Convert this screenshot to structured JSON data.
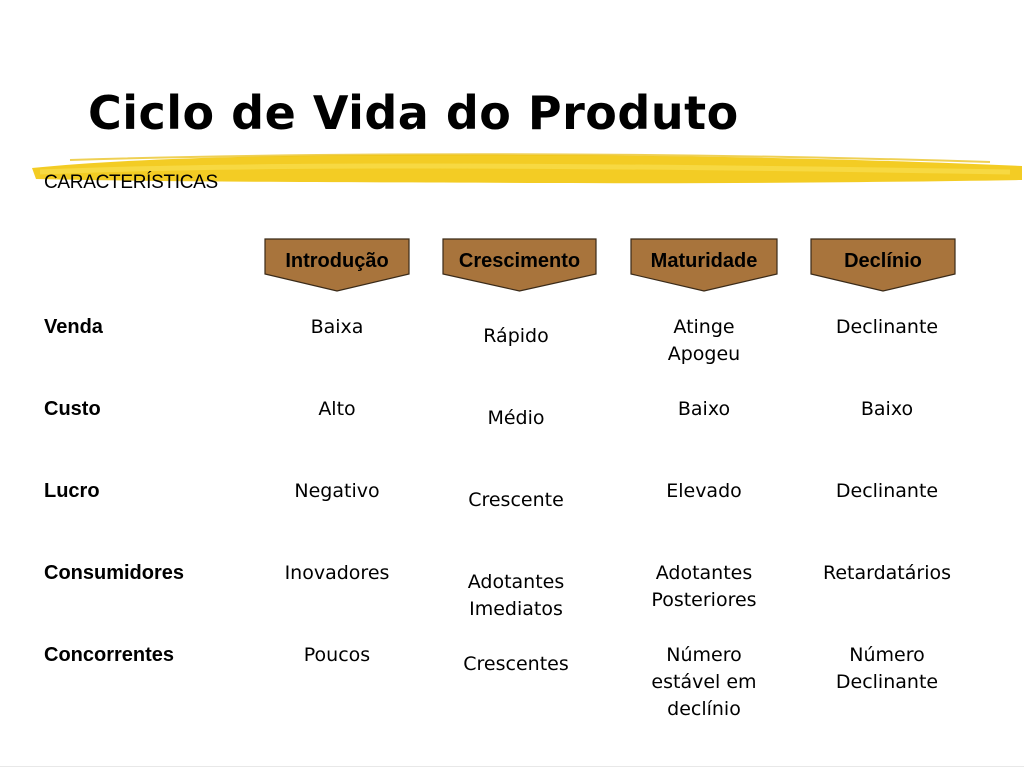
{
  "slide": {
    "title": "Ciclo de Vida do Produto",
    "subtitle": "CARACTERÍSTICAS",
    "accent_color": "#F2C811",
    "stage_fill": "#A8743C"
  },
  "stages": [
    "Introdução",
    "Crescimento",
    "Maturidade",
    "Declínio"
  ],
  "rows": [
    {
      "label": "Venda",
      "values": [
        [
          "Baixa"
        ],
        [
          "Rápido"
        ],
        [
          "Atinge",
          "Apogeu"
        ],
        [
          "Declinante"
        ]
      ]
    },
    {
      "label": "Custo",
      "values": [
        [
          "Alto"
        ],
        [
          "Médio"
        ],
        [
          "Baixo"
        ],
        [
          "Baixo"
        ]
      ]
    },
    {
      "label": "Lucro",
      "values": [
        [
          "Negativo"
        ],
        [
          "Crescente"
        ],
        [
          "Elevado"
        ],
        [
          "Declinante"
        ]
      ]
    },
    {
      "label": "Consumidores",
      "values": [
        [
          "Inovadores"
        ],
        [
          "Adotantes",
          "Imediatos"
        ],
        [
          "Adotantes",
          "Posteriores"
        ],
        [
          "Retardatários"
        ]
      ]
    },
    {
      "label": "Concorrentes",
      "values": [
        [
          "Poucos"
        ],
        [
          "Crescentes"
        ],
        [
          "Número",
          "estável em",
          "declínio"
        ],
        [
          "Número",
          "Declinante"
        ]
      ]
    }
  ]
}
